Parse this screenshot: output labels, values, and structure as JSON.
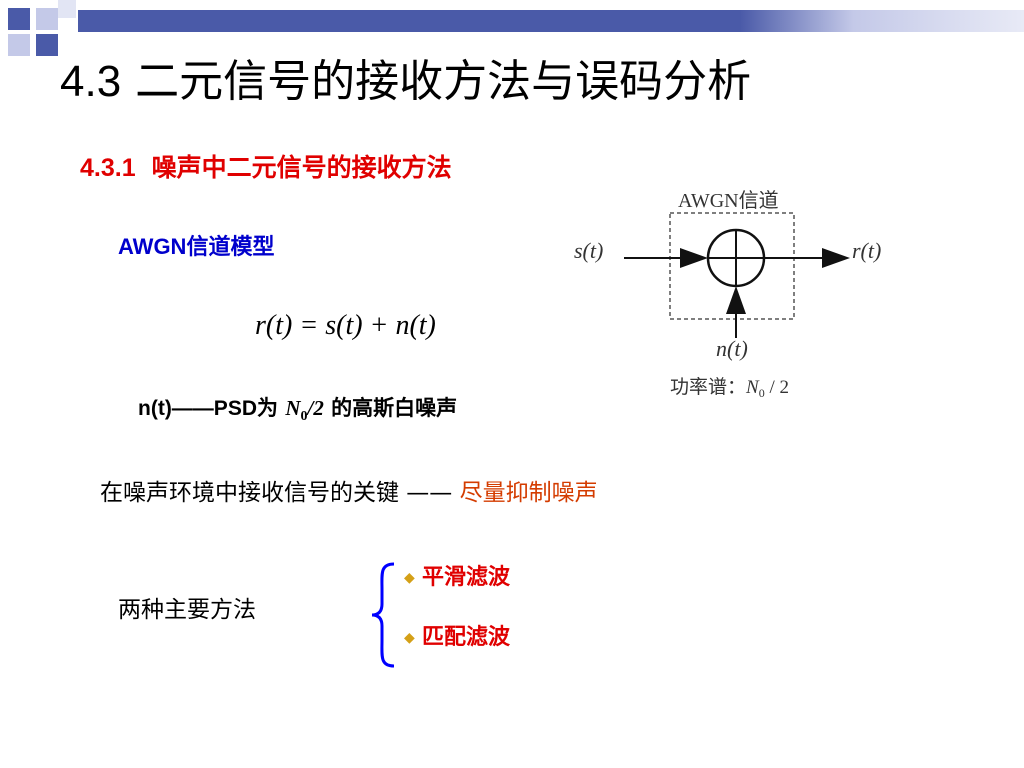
{
  "colors": {
    "title_bar_dark": "#4a5aa8",
    "title_bar_light": "#c4c9e8",
    "heading_red": "#e00000",
    "awgn_blue": "#0000cc",
    "key_orange": "#d43c00",
    "brace_blue": "#0000ff",
    "bullet_gold": "#d4a017",
    "diagram_gray": "#333333"
  },
  "title": {
    "number": "4.3",
    "text": "二元信号的接收方法与误码分析"
  },
  "subtitle": {
    "number": "4.3.1",
    "text": "噪声中二元信号的接收方法"
  },
  "awgn_model": {
    "latin": "AWGN",
    "text": "信道模型"
  },
  "equation": {
    "lhs": "r(t) = s(t) + n(t)"
  },
  "psd_line": {
    "part1": "n(t)——PSD",
    "part2": "为 ",
    "n0_base": "N",
    "n0_sub": "0",
    "n0_rest": "/2",
    "part3": " 的高斯白噪声"
  },
  "key_line": {
    "text": "在噪声环境中接收信号的关键 —— ",
    "highlight": "尽量抑制噪声"
  },
  "methods": {
    "label": "两种主要方法",
    "items": [
      "平滑滤波",
      "匹配滤波"
    ]
  },
  "diagram": {
    "channel_label": "AWGN信道",
    "input": "s(t)",
    "output": "r(t)",
    "noise": "n(t)",
    "spectrum_label": "功率谱：",
    "spectrum_n": "N",
    "spectrum_sub": "0",
    "spectrum_rest": " / 2"
  }
}
